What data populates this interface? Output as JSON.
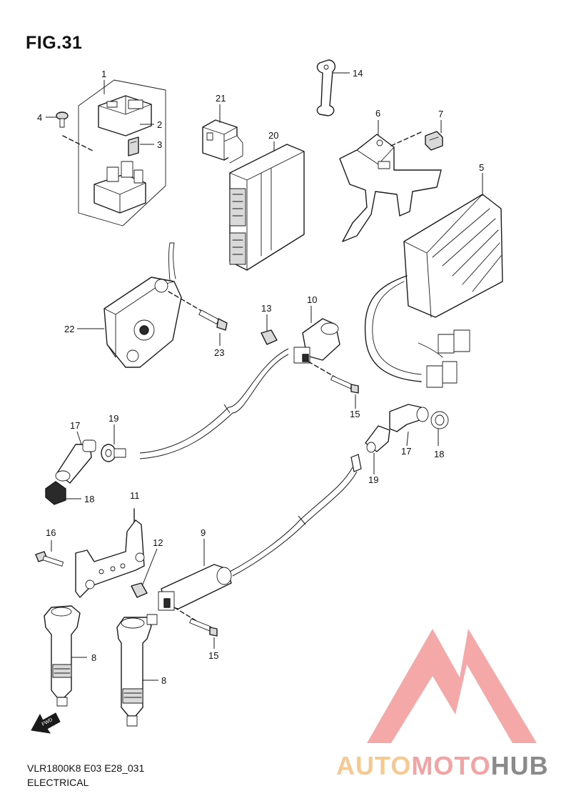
{
  "figure": {
    "title": "FIG.31"
  },
  "footer": {
    "code": "VLR1800K8 E03 E28_031",
    "section": "ELECTRICAL"
  },
  "direction_label": "FWD",
  "watermark": {
    "part1": "AUTO",
    "part2": "MOTO",
    "part3": "HUB",
    "colors": [
      "#f6c993",
      "#f3a3a3",
      "#8a8a8a"
    ]
  },
  "callouts": [
    {
      "id": "c1",
      "label": "1"
    },
    {
      "id": "c2",
      "label": "2"
    },
    {
      "id": "c3",
      "label": "3"
    },
    {
      "id": "c4",
      "label": "4"
    },
    {
      "id": "c5",
      "label": "5"
    },
    {
      "id": "c6",
      "label": "6"
    },
    {
      "id": "c7",
      "label": "7"
    },
    {
      "id": "c8a",
      "label": "8"
    },
    {
      "id": "c8b",
      "label": "8"
    },
    {
      "id": "c9",
      "label": "9"
    },
    {
      "id": "c10",
      "label": "10"
    },
    {
      "id": "c11",
      "label": "11"
    },
    {
      "id": "c12",
      "label": "12"
    },
    {
      "id": "c13",
      "label": "13"
    },
    {
      "id": "c14",
      "label": "14"
    },
    {
      "id": "c15a",
      "label": "15"
    },
    {
      "id": "c15b",
      "label": "15"
    },
    {
      "id": "c16",
      "label": "16"
    },
    {
      "id": "c17a",
      "label": "17"
    },
    {
      "id": "c17b",
      "label": "17"
    },
    {
      "id": "c18a",
      "label": "18"
    },
    {
      "id": "c18b",
      "label": "18"
    },
    {
      "id": "c19a",
      "label": "19"
    },
    {
      "id": "c19b",
      "label": "19"
    },
    {
      "id": "c20",
      "label": "20"
    },
    {
      "id": "c21",
      "label": "21"
    },
    {
      "id": "c22",
      "label": "22"
    },
    {
      "id": "c23",
      "label": "23"
    }
  ]
}
